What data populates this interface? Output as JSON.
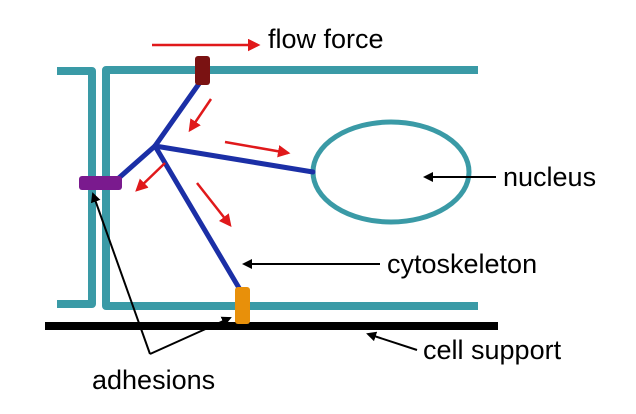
{
  "labels": {
    "flow_force": "flow force",
    "nucleus": "nucleus",
    "cytoskeleton": "cytoskeleton",
    "cell_support": "cell support",
    "adhesions": "adhesions"
  },
  "colors": {
    "membrane": "#3a9aa6",
    "cytoskeleton": "#1b2fa6",
    "flow_arrow": "#e0191b",
    "adhesion_top": "#7a1212",
    "adhesion_left": "#7a1a8e",
    "adhesion_bottom": "#e8900a",
    "support": "#000000",
    "pointer": "#000000"
  }
}
